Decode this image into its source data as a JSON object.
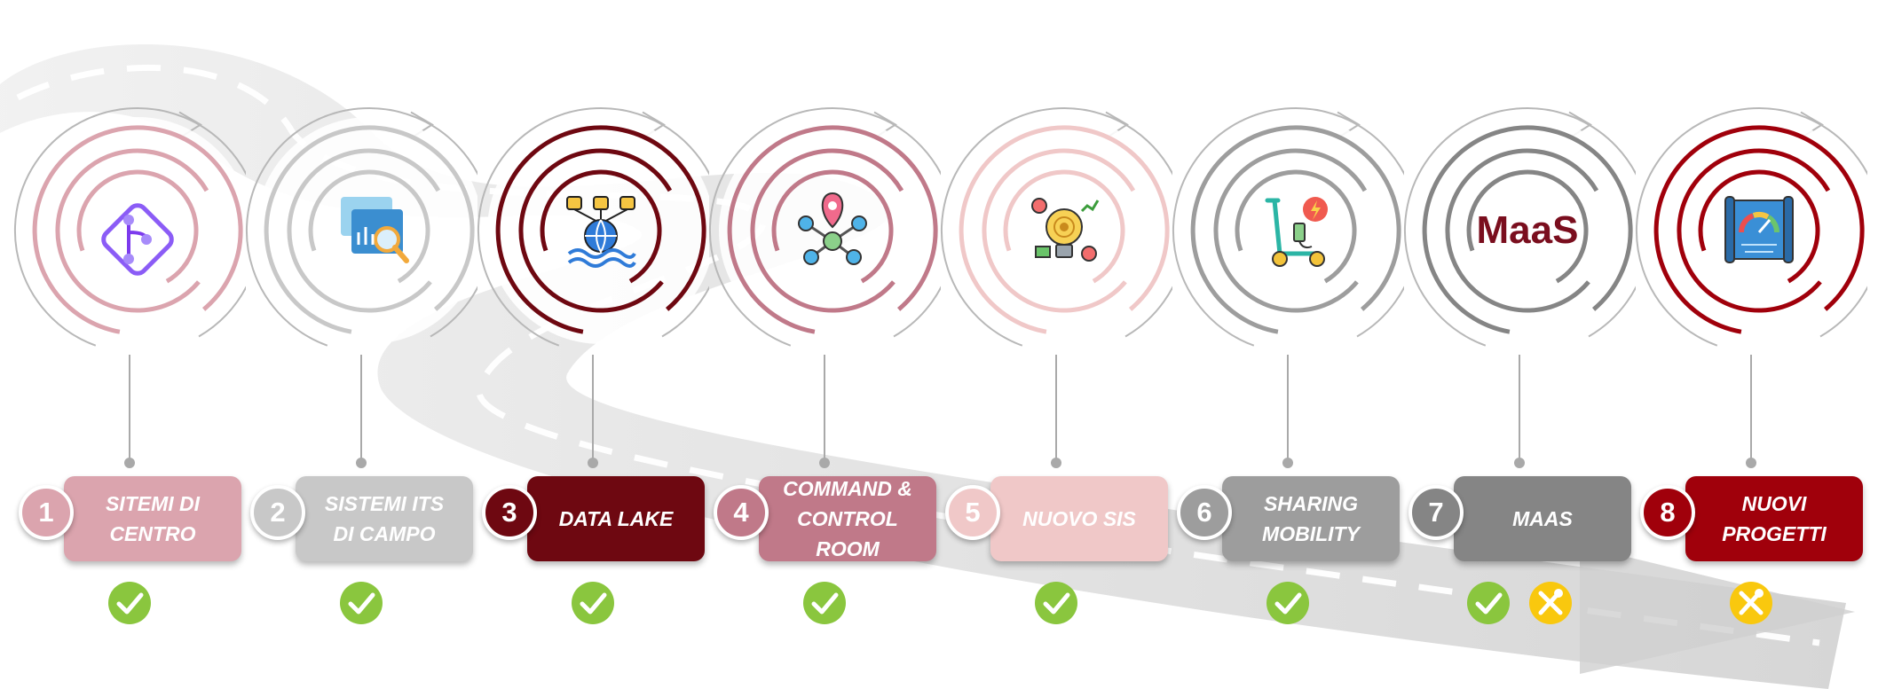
{
  "stages": [
    {
      "number": "1",
      "label_lines": [
        "SITEMI DI",
        "CENTRO"
      ],
      "color": "#dba4ae",
      "icon": "git-branch-diamond-icon",
      "status": [
        "done"
      ]
    },
    {
      "number": "2",
      "label_lines": [
        "SISTEMI ITS",
        "DI CAMPO"
      ],
      "color": "#c8c8c8",
      "icon": "data-analysis-icon",
      "status": [
        "done"
      ]
    },
    {
      "number": "3",
      "label_lines": [
        "DATA LAKE"
      ],
      "color": "#6e0811",
      "icon": "data-lake-icon",
      "status": [
        "done"
      ]
    },
    {
      "number": "4",
      "label_lines": [
        "COMMAND &",
        "CONTROL",
        "ROOM"
      ],
      "color": "#c07989",
      "icon": "network-location-icon",
      "status": [
        "done"
      ]
    },
    {
      "number": "5",
      "label_lines": [
        "NUOVO SIS"
      ],
      "color": "#f0c8c8",
      "icon": "smart-idea-icon",
      "status": [
        "done"
      ]
    },
    {
      "number": "6",
      "label_lines": [
        "SHARING",
        "MOBILITY"
      ],
      "color": "#9d9d9d",
      "icon": "electric-scooter-icon",
      "status": [
        "done"
      ]
    },
    {
      "number": "7",
      "label_lines": [
        "MAAS"
      ],
      "color": "#858585",
      "icon": "maas-logo-icon",
      "logo_text": "MaaS",
      "status": [
        "done",
        "in-progress"
      ]
    },
    {
      "number": "8",
      "label_lines": [
        "NUOVI",
        "PROGETTI"
      ],
      "color": "#a0000b",
      "icon": "blueprint-gauge-icon",
      "status": [
        "in-progress"
      ]
    }
  ],
  "status_colors": {
    "done": "#8ac63e",
    "in-progress": "#f9c80e"
  },
  "road_colors": {
    "surface": "#d6d6d6",
    "stripe": "#ffffff",
    "arrow_line": "#b5b5b5"
  }
}
